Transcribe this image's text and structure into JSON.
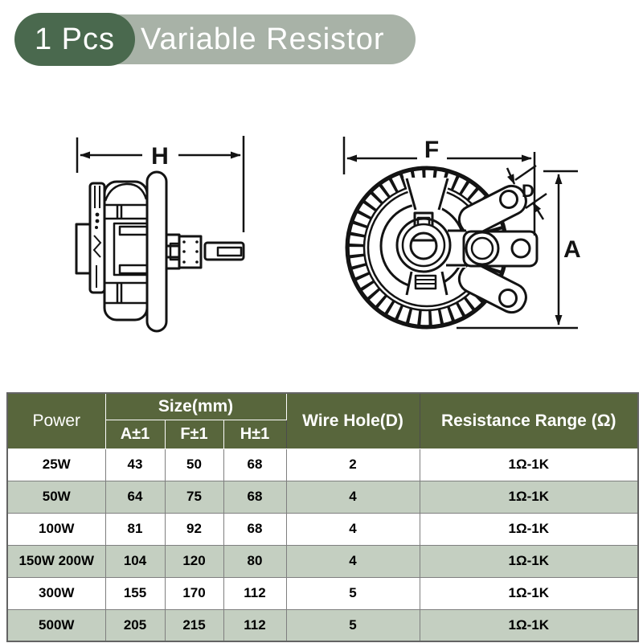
{
  "banner": {
    "qty": "1 Pcs",
    "title": "Variable Resistor"
  },
  "colors": {
    "banner_qty_bg": "#4a694e",
    "banner_title_bg": "#a8b2a7",
    "table_header_bg": "#58663c",
    "table_alt_row_bg": "#c4cfc1",
    "table_border": "#7f7f7f",
    "line_ink": "#131313"
  },
  "diagram": {
    "side_width_dim": "H",
    "front_width_dim": "F",
    "front_height_dim": "A",
    "wire_hole_dim": "D"
  },
  "table": {
    "headers": {
      "power": "Power",
      "size_group": "Size(mm)",
      "size_a": "A±1",
      "size_f": "F±1",
      "size_h": "H±1",
      "wire_hole": "Wire Hole(D)",
      "resistance": "Resistance Range (Ω)"
    },
    "rows": [
      {
        "power": "25W",
        "a": "43",
        "f": "50",
        "h": "68",
        "wire": "2",
        "res": "1Ω-1K"
      },
      {
        "power": "50W",
        "a": "64",
        "f": "75",
        "h": "68",
        "wire": "4",
        "res": "1Ω-1K"
      },
      {
        "power": "100W",
        "a": "81",
        "f": "92",
        "h": "68",
        "wire": "4",
        "res": "1Ω-1K"
      },
      {
        "power": "150W 200W",
        "a": "104",
        "f": "120",
        "h": "80",
        "wire": "4",
        "res": "1Ω-1K"
      },
      {
        "power": "300W",
        "a": "155",
        "f": "170",
        "h": "112",
        "wire": "5",
        "res": "1Ω-1K"
      },
      {
        "power": "500W",
        "a": "205",
        "f": "215",
        "h": "112",
        "wire": "5",
        "res": "1Ω-1K"
      }
    ]
  }
}
